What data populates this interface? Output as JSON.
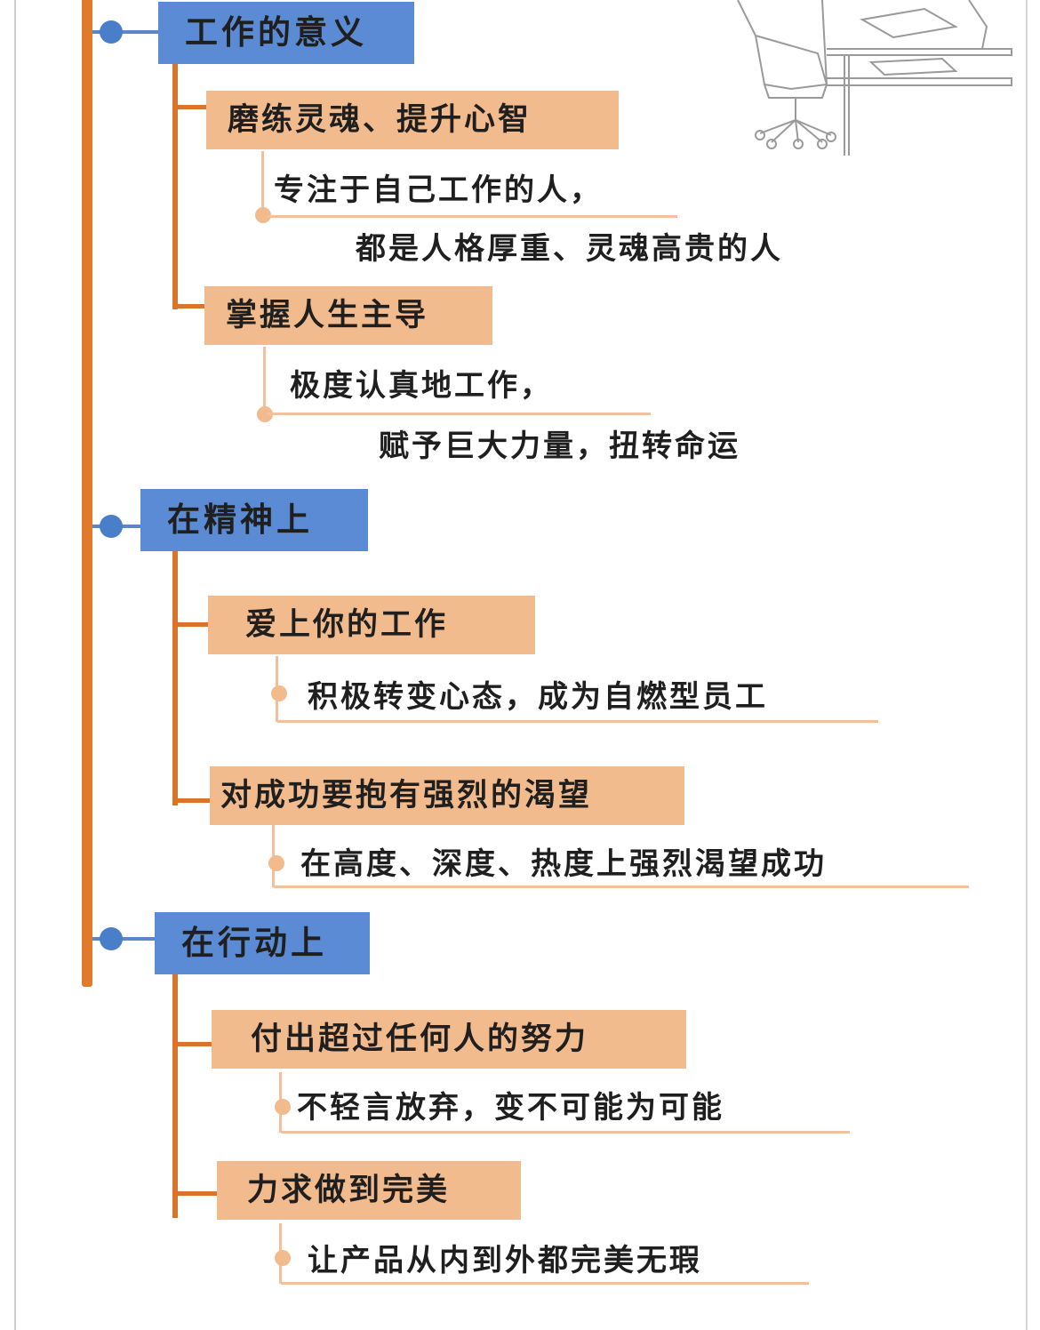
{
  "sections": [
    {
      "title": "工作的意义",
      "items": [
        {
          "label": "磨练灵魂、提升心智",
          "detail": [
            "专注于自己工作的人，",
            "都是人格厚重、灵魂高贵的人"
          ]
        },
        {
          "label": "掌握人生主导",
          "detail": [
            "极度认真地工作，",
            "赋予巨大力量，扭转命运"
          ]
        }
      ]
    },
    {
      "title": "在精神上",
      "items": [
        {
          "label": "爱上你的工作",
          "detail": [
            "积极转变心态，成为自燃型员工"
          ]
        },
        {
          "label": "对成功要抱有强烈的渴望",
          "detail": [
            "在高度、深度、热度上强烈渴望成功"
          ]
        }
      ]
    },
    {
      "title": "在行动上",
      "items": [
        {
          "label": "付出超过任何人的努力",
          "detail": [
            "不轻言放弃，变不可能为可能"
          ]
        },
        {
          "label": "力求做到完美",
          "detail": [
            "让产品从内到外都完美无瑕"
          ]
        }
      ]
    }
  ],
  "illustration": {
    "name": "office-desk-chair-icon"
  },
  "colors": {
    "trunk": "#e07b2c",
    "level1_box": "#5b8bd4",
    "level2_box": "#f2bb8e",
    "connector_blue": "#4a7ec9",
    "connector_peach": "#f2c09a"
  }
}
